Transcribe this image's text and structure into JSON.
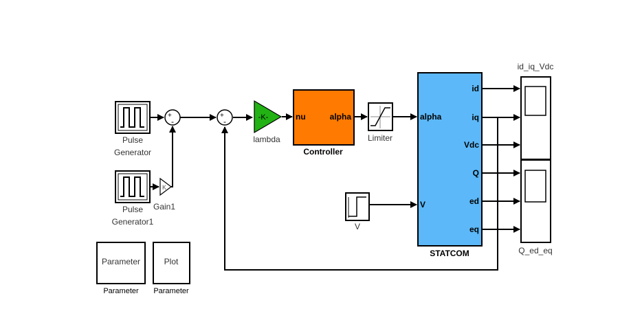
{
  "blocks": {
    "pulse_generator": {
      "label_line1": "Pulse",
      "label_line2": "Generator"
    },
    "pulse_generator1": {
      "label_line1": "Pulse",
      "label_line2": "Generator1"
    },
    "gain1": {
      "name": "Gain1",
      "glyph": "K"
    },
    "sum1": {
      "signs": [
        "+",
        "-"
      ]
    },
    "sum2": {
      "signs": [
        "+",
        "-"
      ]
    },
    "lambda": {
      "name": "lambda",
      "glyph": "-K-",
      "color": "#22b214"
    },
    "controller": {
      "name": "Controller",
      "in_port": "nu",
      "out_port": "alpha",
      "color": "#ff7a00"
    },
    "limiter": {
      "name": "Limiter"
    },
    "statcom": {
      "name": "STATCOM",
      "color": "#5cb8f8",
      "in_ports": [
        "alpha",
        "V"
      ],
      "out_ports": [
        "id",
        "iq",
        "Vdc",
        "Q",
        "ed",
        "eq"
      ]
    },
    "step_v": {
      "name": "V"
    },
    "scope_top": {
      "name": "id_iq_Vdc"
    },
    "scope_bottom": {
      "name": "Q_ed_eq"
    },
    "parameter_block": {
      "text": "Parameter",
      "caption": "Parameter"
    },
    "plot_block": {
      "text": "Plot",
      "caption": "Parameter"
    }
  }
}
